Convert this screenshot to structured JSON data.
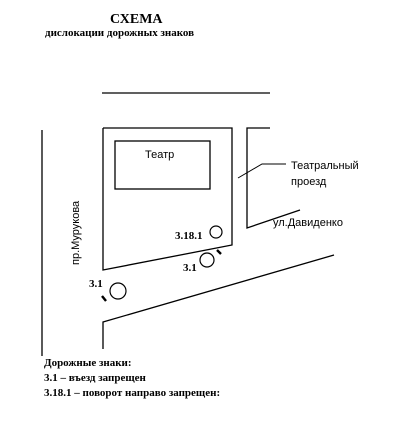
{
  "header": {
    "title": "СХЕМА",
    "subtitle": "дислокации дорожных знаков"
  },
  "map": {
    "building_label": "Театр",
    "street_left": "пр.Мурукова",
    "street_right_line1": "Театральный",
    "street_right_line2": "проезд",
    "street_davidenko": "ул.Давиденко"
  },
  "signs": [
    {
      "code": "3.18.1"
    },
    {
      "code": "3.1"
    },
    {
      "code": "3.1"
    }
  ],
  "legend": {
    "heading": "Дорожные знаки:",
    "items": [
      "3.1 – въезд запрещен",
      "3.18.1 – поворот направо запрещен:"
    ]
  }
}
